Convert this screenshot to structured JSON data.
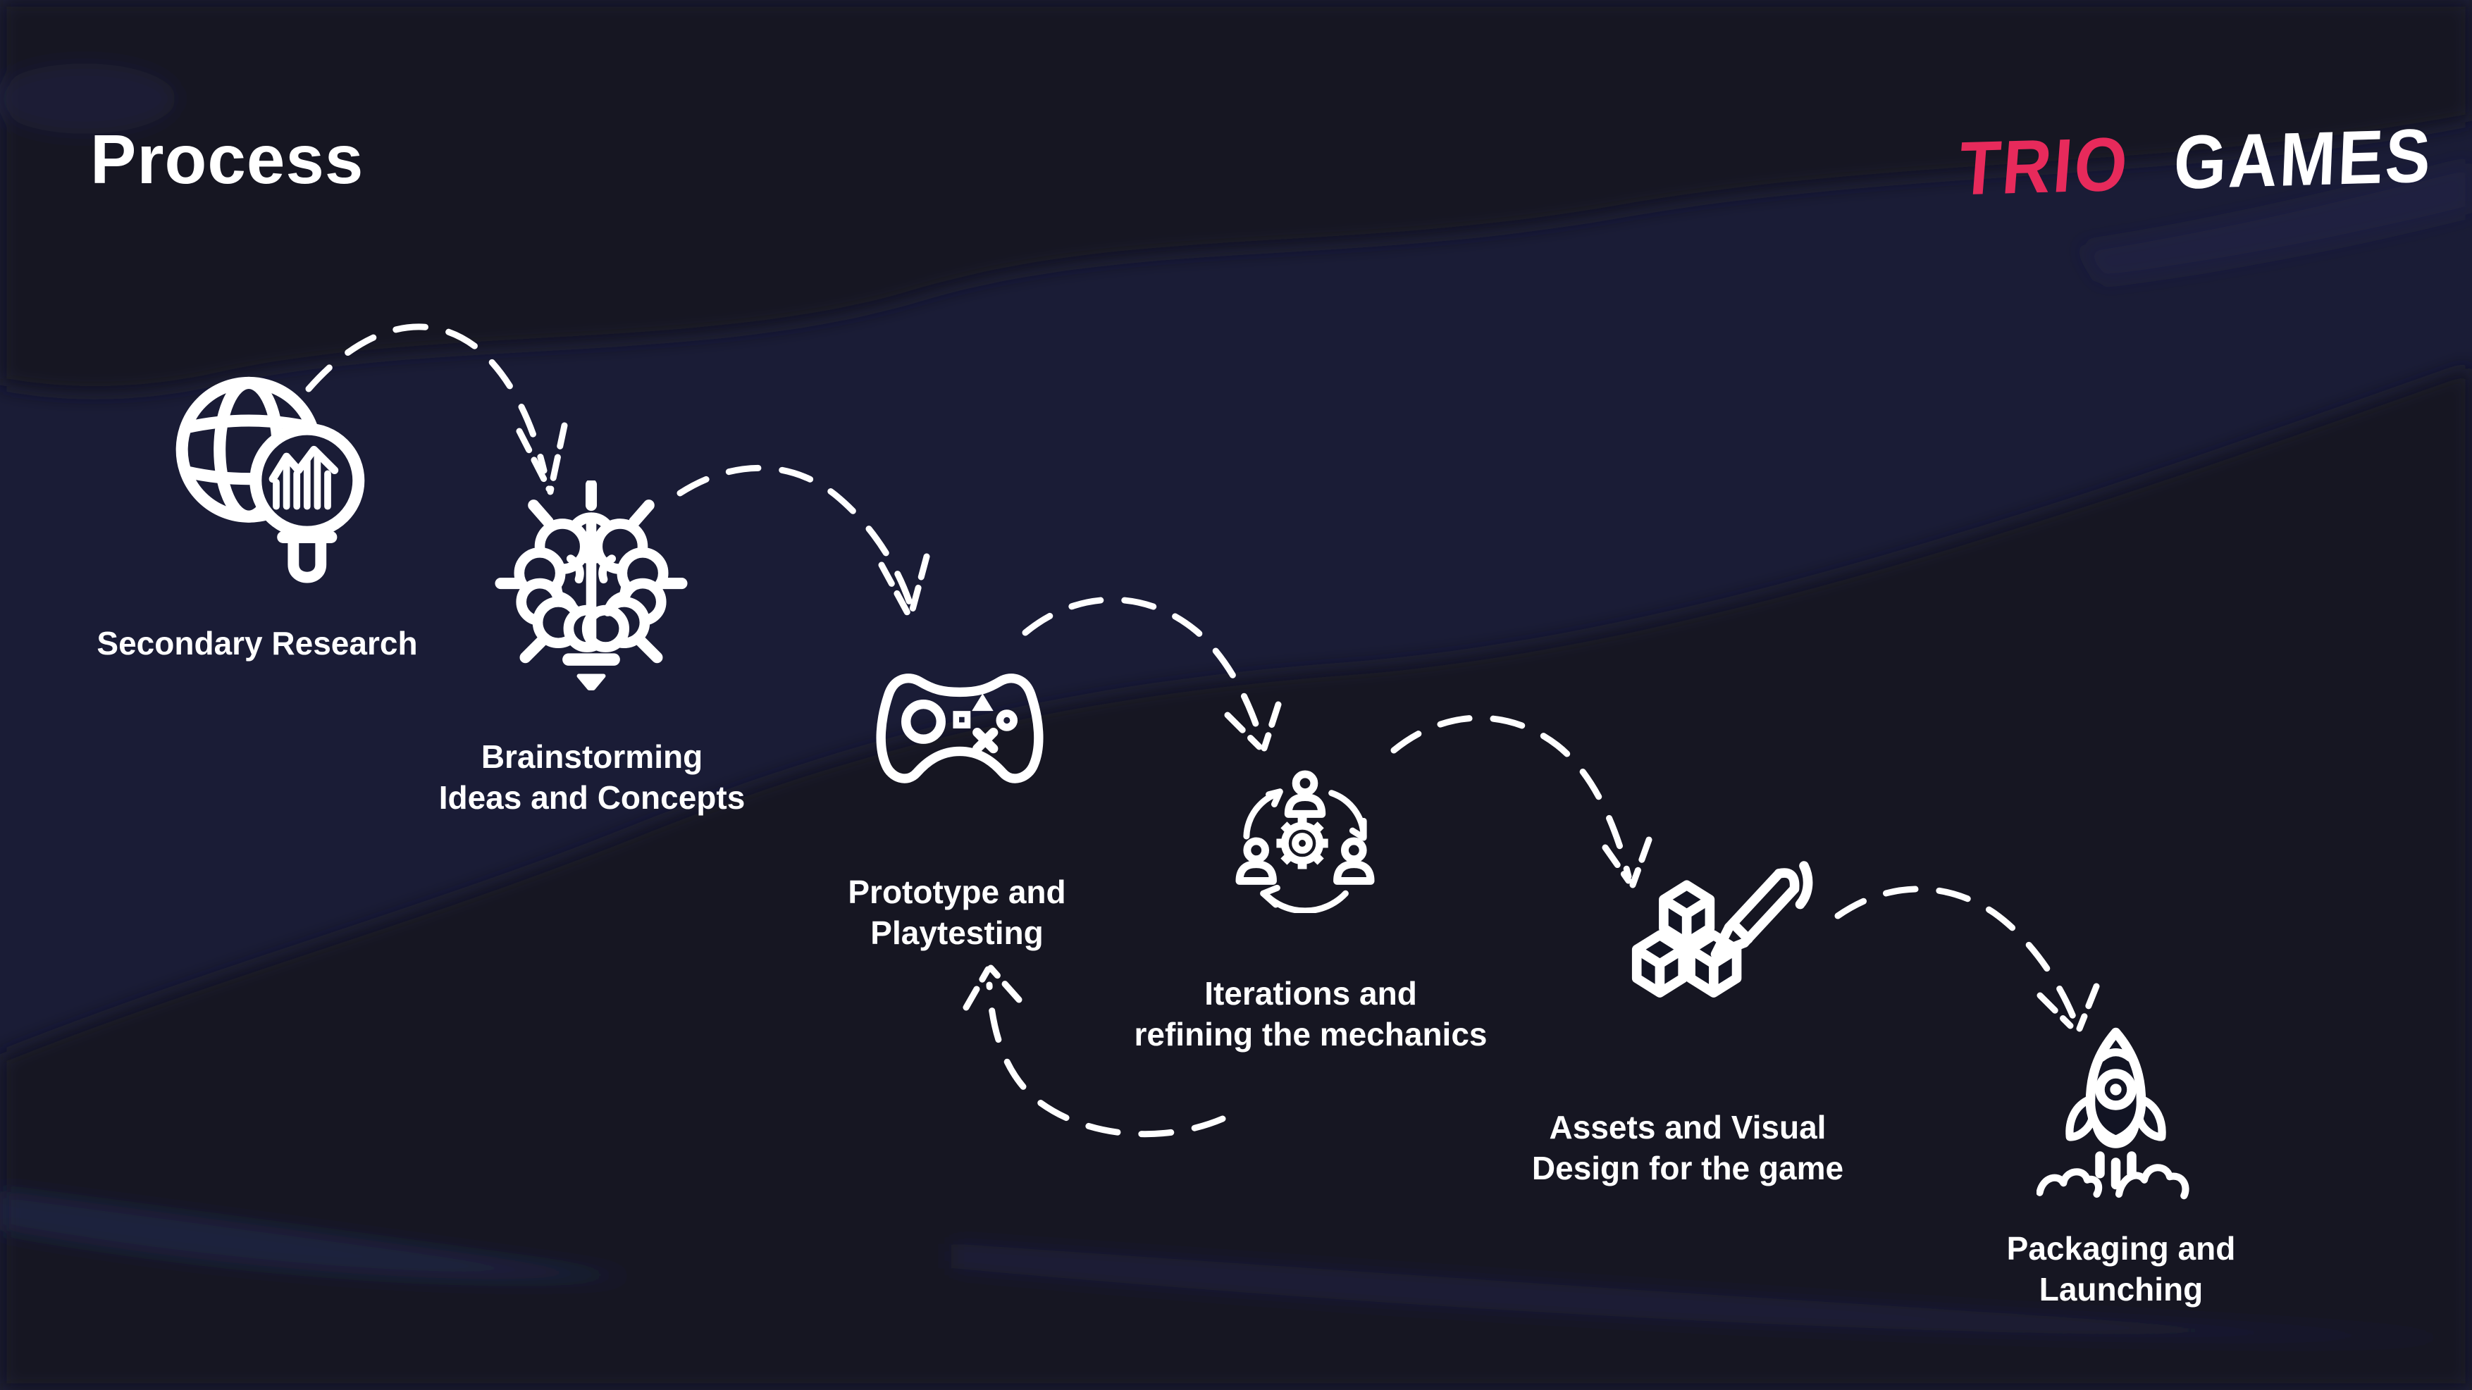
{
  "slide": {
    "title": "Process"
  },
  "logo": {
    "brand_primary": "TRIO",
    "brand_secondary": "GAMES",
    "primary_color": "#e72a5b",
    "secondary_color": "#ffffff"
  },
  "steps": [
    {
      "name": "secondary-research",
      "line1": "Secondary Research",
      "line2": "",
      "icon": "globe-magnifier-chart-icon"
    },
    {
      "name": "brainstorming",
      "line1": "Brainstorming",
      "line2": "Ideas and Concepts",
      "icon": "brain-idea-icon"
    },
    {
      "name": "prototype-playtesting",
      "line1": "Prototype and",
      "line2": "Playtesting",
      "icon": "game-controller-icon"
    },
    {
      "name": "iterations-refining",
      "line1": "Iterations and",
      "line2": "refining the mechanics",
      "icon": "team-gear-cycle-icon"
    },
    {
      "name": "assets-visual-design",
      "line1": "Assets and Visual",
      "line2": "Design for the game",
      "icon": "cubes-pencil-icon"
    },
    {
      "name": "packaging-launching",
      "line1": "Packaging and",
      "line2": "Launching",
      "icon": "rocket-launch-icon"
    }
  ],
  "colors": {
    "background": "#1a1c36",
    "background_dark": "#121424",
    "text": "#ffffff",
    "accent_red": "#e72a5b",
    "line_art": "#ffffff"
  }
}
